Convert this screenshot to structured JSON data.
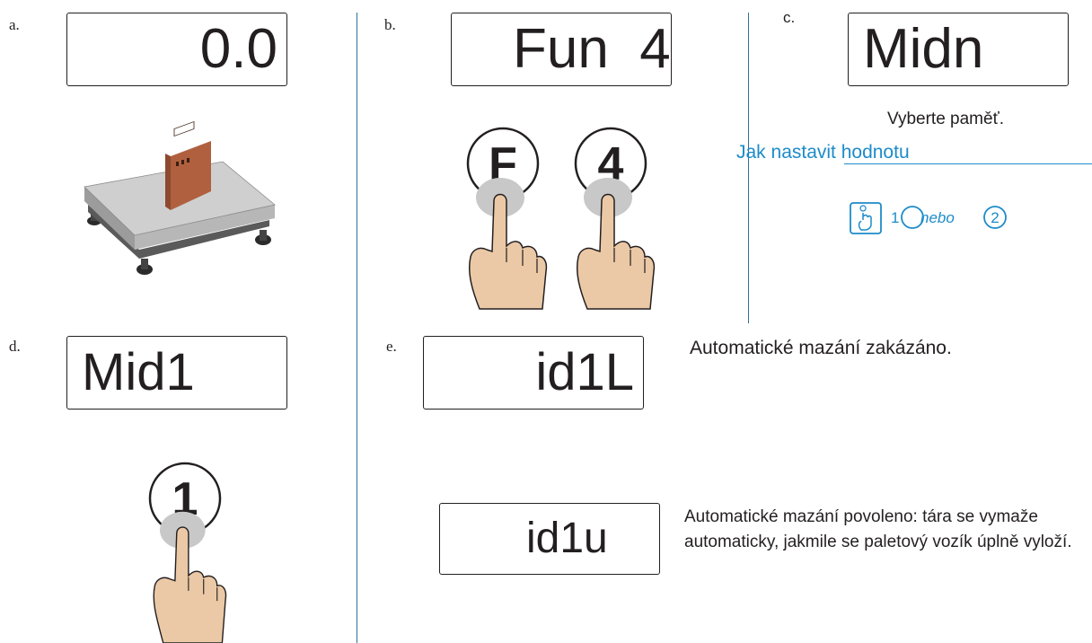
{
  "step_a": {
    "label": "a.",
    "display": "0.0"
  },
  "step_b": {
    "label": "b.",
    "display": "Fun  4",
    "key_f": "F",
    "key_4": "4"
  },
  "step_c": {
    "label": "c.",
    "display": "Midn",
    "caption": "Vyberte paměť.",
    "howto_title": "Jak nastavit hodnotu",
    "howto_opt1": "1",
    "howto_or": "nebo",
    "howto_opt2": "2"
  },
  "step_d": {
    "label": "d.",
    "display": "Mid1",
    "key": "1"
  },
  "step_e": {
    "label": "e.",
    "display_l": "id1L",
    "desc_l": "Automatické mazání zakázáno.",
    "display_u": "id1u",
    "desc_u": "Automatické mazání povoleno: tára se vymaže automaticky, jakmile se paletový vozík úplně vyloží."
  },
  "colors": {
    "accent": "#1d8bc9",
    "divider": "#2e6f99",
    "skin": "#ebc9a6",
    "fingertip": "#c8c8c8",
    "box": "#b0603f",
    "platform": "#cfcfcf"
  },
  "icons": [
    "scale-icon",
    "key-f-icon",
    "key-4-icon",
    "key-1-icon",
    "hand-icon",
    "touch-icon"
  ]
}
